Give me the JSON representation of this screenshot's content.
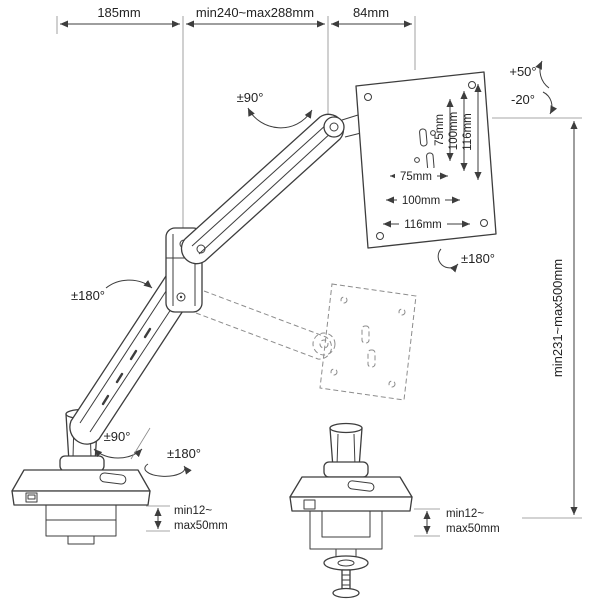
{
  "diagram": {
    "line_color": "#3d3d3d",
    "background": "#ffffff",
    "top_dimensions": {
      "left": "185mm",
      "middle": "min240~max288mm",
      "right": "84mm"
    },
    "tilt": {
      "up": "+50°",
      "down": "-20°"
    },
    "arm_swivel": "±90°",
    "vesa": {
      "vertical": [
        "75mm",
        "100mm",
        "116mm"
      ],
      "horizontal": [
        "75mm",
        "100mm",
        "116mm"
      ],
      "rotation": "±180°"
    },
    "height_range": "min231~max500mm",
    "elbow_rotation": "±180°",
    "base": {
      "swivel": "±90°",
      "rotation": "±180°"
    },
    "clamp_left": {
      "line1": "min12~",
      "line2": "max50mm"
    },
    "clamp_right": {
      "line1": "min12~",
      "line2": "max50mm"
    }
  }
}
